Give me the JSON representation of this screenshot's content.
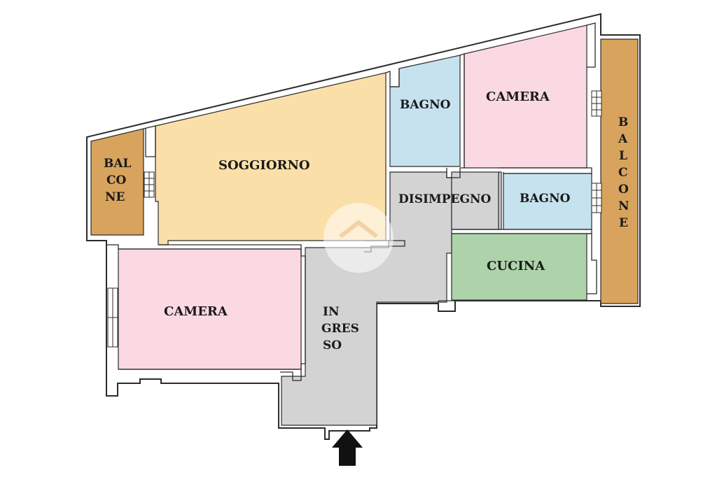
{
  "colors": {
    "balcony": "#d8a35d",
    "living": "#fbdfa8",
    "bathroom": "#c6e2ef",
    "bedroom": "#fbd9e3",
    "hall": "#d3d3d3",
    "kitchen": "#aed3aa",
    "wall": "#2b2b2b",
    "entrance_arrow": "#111111"
  },
  "rooms": {
    "balcone_left": {
      "line1": "BAL",
      "line2": "CO",
      "line3": "NE"
    },
    "soggiorno": {
      "label": "SOGGIORNO"
    },
    "bagno_top": {
      "label": "BAGNO"
    },
    "camera_top": {
      "label": "CAMERA"
    },
    "balcone_right": {
      "l1": "B",
      "l2": "A",
      "l3": "L",
      "l4": "C",
      "l5": "O",
      "l6": "N",
      "l7": "E"
    },
    "disimpegno": {
      "label": "DISIMPEGNO"
    },
    "bagno_right": {
      "label": "BAGNO"
    },
    "cucina": {
      "label": "CUCINA"
    },
    "camera_left": {
      "label": "CAMERA"
    },
    "ingresso": {
      "line1": "IN",
      "line2": "GRES",
      "line3": "SO"
    }
  },
  "icons": {
    "entrance": "arrow-up-icon",
    "watermark": "house-watermark-icon"
  }
}
